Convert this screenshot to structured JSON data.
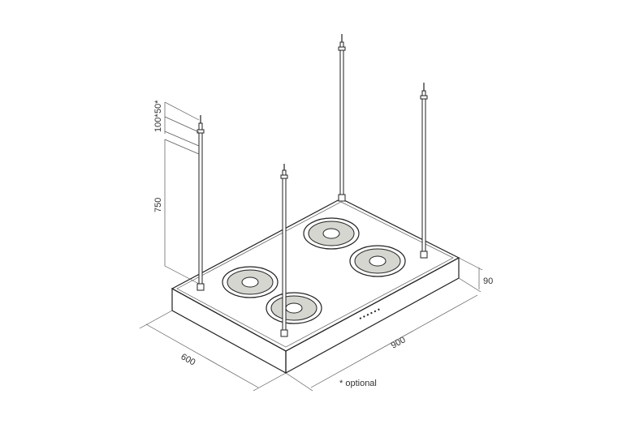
{
  "dimensions": {
    "width": "900",
    "depth": "600",
    "height": "90",
    "rod_length": "750",
    "rod_extension_1": "100*",
    "rod_extension_2": "50*"
  },
  "note": "* optional",
  "colors": {
    "line": "#222222",
    "burner_fill": "#d6d6d0"
  }
}
